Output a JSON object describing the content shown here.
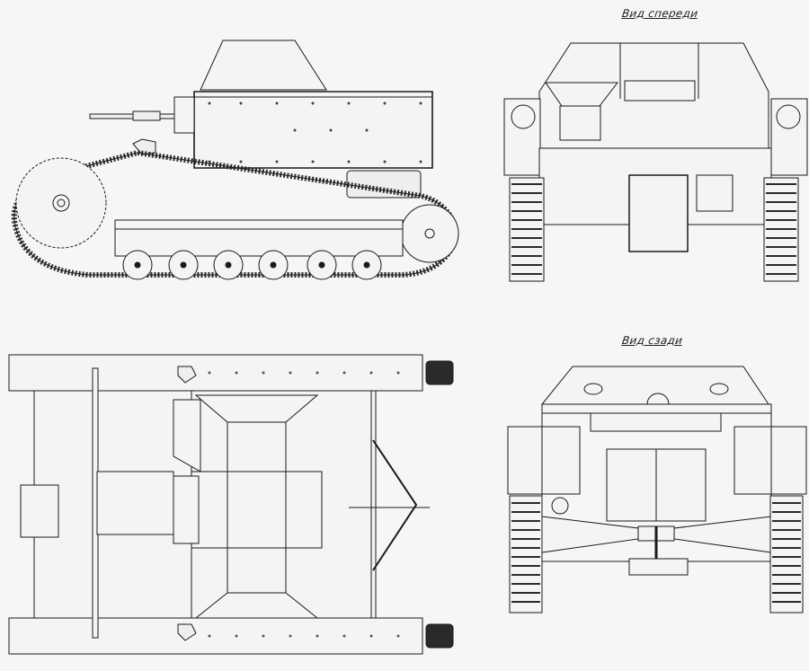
{
  "drawing": {
    "subject": "tankette technical drawing, four orthographic views",
    "views": {
      "side": {
        "label": ""
      },
      "top": {
        "label": ""
      },
      "front": {
        "label": "Вид спереди"
      },
      "rear": {
        "label": "Вид сзади"
      }
    },
    "colors": {
      "line": "#1a1a1a",
      "paper": "#f6f6f4",
      "fill": "#f4f4f2",
      "track": "#2a2a2a"
    }
  }
}
